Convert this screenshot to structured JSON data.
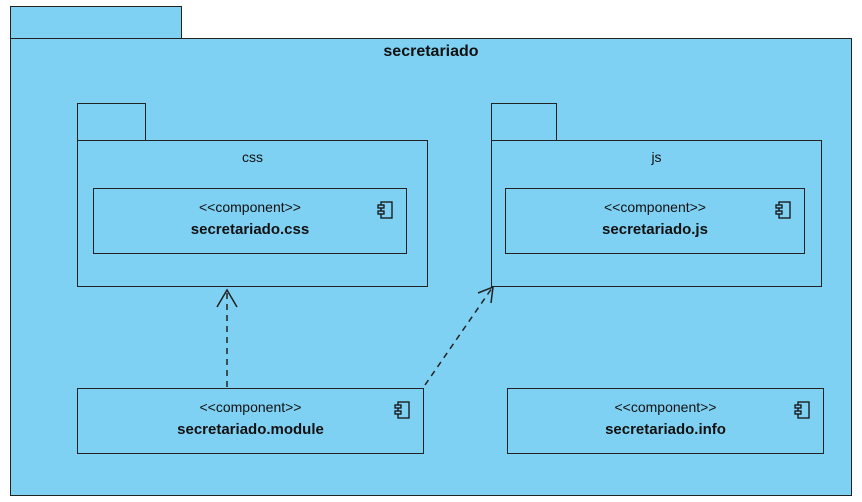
{
  "outer_package": {
    "name": "secretariado"
  },
  "packages": {
    "css": {
      "name": "css"
    },
    "js": {
      "name": "js"
    }
  },
  "components": {
    "css": {
      "stereotype": "<<component>>",
      "name": "secretariado.css"
    },
    "js": {
      "stereotype": "<<component>>",
      "name": "secretariado.js"
    },
    "module": {
      "stereotype": "<<component>>",
      "name": "secretariado.module"
    },
    "info": {
      "stereotype": "<<component>>",
      "name": "secretariado.info"
    }
  },
  "dependencies": [
    {
      "from": "secretariado.module",
      "to": "css",
      "style": "dashed-open-arrow"
    },
    {
      "from": "secretariado.module",
      "to": "js",
      "style": "dashed-open-arrow"
    }
  ],
  "colors": {
    "fill": "#7fd1f3",
    "stroke": "#222222"
  },
  "icons": {
    "component": "uml-component-icon"
  }
}
